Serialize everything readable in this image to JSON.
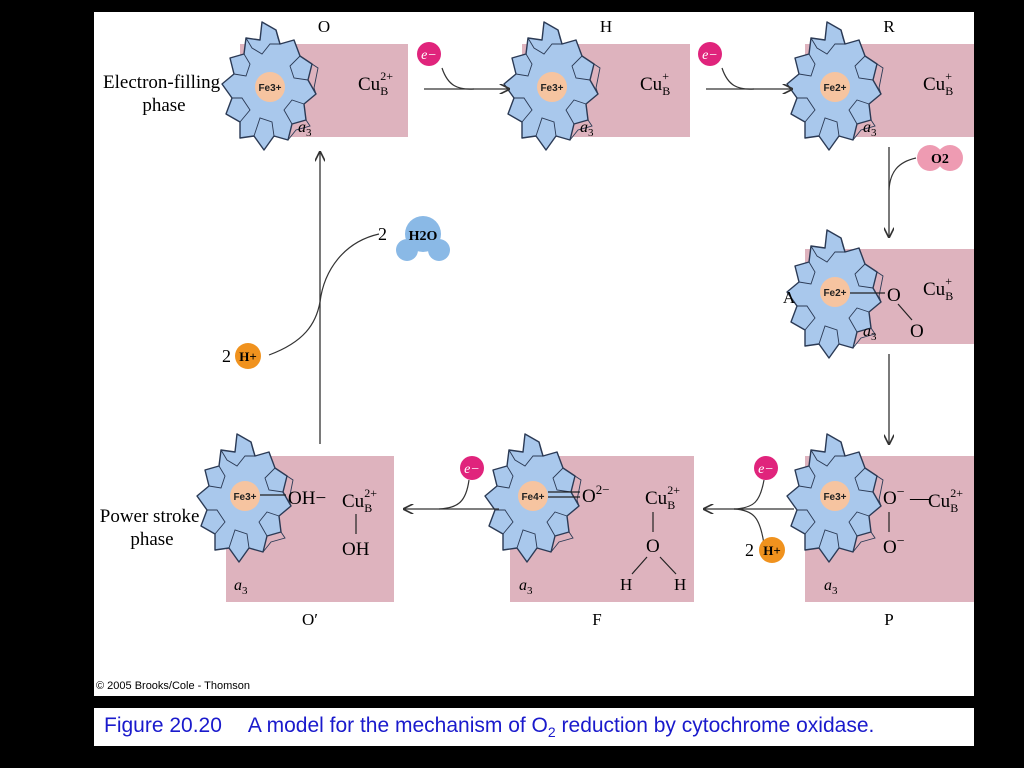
{
  "colors": {
    "background": "#000000",
    "panel": "#deb3be",
    "heme": "#a9c8ec",
    "heme_stroke": "#2b3a55",
    "iron": "#f6c4a0",
    "electron": "#e0247c",
    "proton": "#f0921e",
    "oxygen": "#ee9bb2",
    "water": "#8ab9e6",
    "caption_text": "#1a1acc",
    "arrow": "#333333"
  },
  "icons": [
    "heme-porphyrin-icon",
    "electron-icon",
    "proton-icon",
    "oxygen-molecule-icon",
    "water-molecule-icon",
    "arrow-icon"
  ],
  "phases": {
    "electron_filling": [
      "Electron-filling",
      "phase"
    ],
    "power_stroke": [
      "Power stroke",
      "phase"
    ]
  },
  "states": {
    "O": {
      "label": "O",
      "iron": "Fe3+",
      "copper": "Cu",
      "copper_sub": "B",
      "copper_sup": "2+",
      "heme_label": "a",
      "heme_sub": "3"
    },
    "H": {
      "label": "H",
      "iron": "Fe3+",
      "copper": "Cu",
      "copper_sub": "B",
      "copper_sup": "+",
      "heme_label": "a",
      "heme_sub": "3"
    },
    "R": {
      "label": "R",
      "iron": "Fe2+",
      "copper": "Cu",
      "copper_sub": "B",
      "copper_sup": "+",
      "heme_label": "a",
      "heme_sub": "3"
    },
    "A": {
      "label": "A",
      "iron": "Fe2+",
      "copper": "Cu",
      "copper_sub": "B",
      "copper_sup": "+",
      "heme_label": "a",
      "heme_sub": "3",
      "ligand_1": "O",
      "ligand_2": "O"
    },
    "P": {
      "label": "P",
      "iron": "Fe3+",
      "copper": "Cu",
      "copper_sub": "B",
      "copper_sup": "2+",
      "heme_label": "a",
      "heme_sub": "3",
      "ligand_1": "O",
      "ligand_1_charge": "−",
      "bond": "—",
      "ligand_2": "O",
      "ligand_2_charge": "−"
    },
    "F": {
      "label": "F",
      "iron": "Fe4+",
      "copper": "Cu",
      "copper_sub": "B",
      "copper_sup": "2+",
      "heme_label": "a",
      "heme_sub": "3",
      "oxo": "O",
      "oxo_charge": "2−",
      "water_o": "O",
      "water_h1": "H",
      "water_h2": "H"
    },
    "Oprime": {
      "label": "O′",
      "iron": "Fe3+",
      "copper": "Cu",
      "copper_sub": "B",
      "copper_sup": "2+",
      "heme_label": "a",
      "heme_sub": "3",
      "hydroxide": "OH−",
      "cu_ligand": "OH"
    }
  },
  "reagents": {
    "electron": "e−",
    "proton": "H+",
    "proton_count": "2",
    "oxygen": "O2",
    "water": "H2O",
    "water_count": "2"
  },
  "copyright": "© 2005 Brooks/Cole - Thomson",
  "caption": {
    "figure_number": "Figure 20.20",
    "text_before": "A model for the mechanism of O",
    "subscript": "2",
    "text_after": " reduction by cytochrome oxidase."
  }
}
